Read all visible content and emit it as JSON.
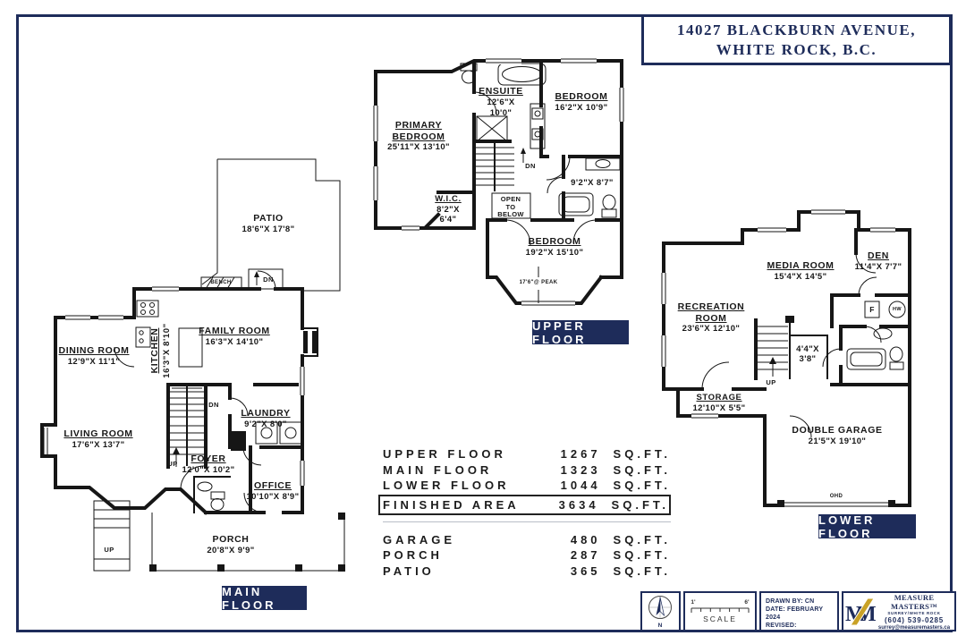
{
  "title": {
    "line1": "14027 BLACKBURN AVENUE,",
    "line2": "WHITE ROCK, B.C."
  },
  "colors": {
    "navy": "#1e2c5a",
    "gold": "#c9a227",
    "wall": "#161616"
  },
  "plans": {
    "upper": {
      "tag": "UPPER FLOOR",
      "primary_name1": "PRIMARY",
      "primary_name2": "BEDROOM",
      "primary_dims": "25'11\"X  13'10\"",
      "ensuite_name": "ENSUITE",
      "ensuite_dim1": "12'6\"X",
      "ensuite_dim2": "10'0\"",
      "bedroom1_name": "BEDROOM",
      "bedroom1_dims": "16'2\"X  10'9\"",
      "wic_name": "W.I.C.",
      "wic_dim1": "8'2\"X",
      "wic_dim2": "6'4\"",
      "open1": "OPEN",
      "open2": "TO",
      "open3": "BELOW",
      "bath_dims": "9'2\"X  8'7\"",
      "bedroom2_name": "BEDROOM",
      "bedroom2_dims": "19'2\"X  15'10\"",
      "peak": "17'6\"@ PEAK",
      "dn": "DN"
    },
    "main": {
      "tag": "MAIN FLOOR",
      "patio_name": "PATIO",
      "patio_dims": "18'6\"X  17'8\"",
      "bench": "BENCH",
      "dn_door": "DN",
      "kitchen_name": "KITCHEN",
      "kitchen_dims": "16'3\"X  8'10\"",
      "dining_name": "DINING ROOM",
      "dining_dims": "12'9\"X  11'1\"",
      "family_name": "FAMILY ROOM",
      "family_dims": "16'3\"X  14'10\"",
      "living_name": "LIVING ROOM",
      "living_dims": "17'6\"X  13'7\"",
      "laundry_name": "LAUNDRY",
      "laundry_dims": "9'2\"X  8'0\"",
      "foyer_name": "FOYER",
      "foyer_dims": "12'0\"X  10'2\"",
      "office_name": "OFFICE",
      "office_dims": "10'10\"X  8'9\"",
      "porch_name": "PORCH",
      "porch_dims": "20'8\"X  9'9\"",
      "dn_stairs": "DN",
      "up_stairs": "UP",
      "up_porch": "UP"
    },
    "lower": {
      "tag": "LOWER FLOOR",
      "media_name": "MEDIA ROOM",
      "media_dims": "15'4\"X  14'5\"",
      "den_name": "DEN",
      "den_dims": "11'4\"X  7'7\"",
      "rec_name1": "RECREATION",
      "rec_name2": "ROOM",
      "rec_dims": "23'6\"X  12'10\"",
      "closet_dim1": "4'4\"X",
      "closet_dim2": "3'8\"",
      "storage_name": "STORAGE",
      "storage_dims": "12'10\"X  5'5\"",
      "garage_name": "DOUBLE GARAGE",
      "garage_dims": "21'5\"X  19'10\"",
      "ohd": "OHD",
      "up": "UP",
      "furnace": "F",
      "hw": "HW"
    }
  },
  "areas": {
    "rows": [
      {
        "label": "UPPER FLOOR",
        "value": "1267",
        "unit": "SQ.FT."
      },
      {
        "label": "MAIN FLOOR",
        "value": "1323",
        "unit": "SQ.FT."
      },
      {
        "label": "LOWER FLOOR",
        "value": "1044",
        "unit": "SQ.FT."
      },
      {
        "label": "FINISHED AREA",
        "value": "3634",
        "unit": "SQ.FT."
      }
    ],
    "extra_rows": [
      {
        "label": "GARAGE",
        "value": "480",
        "unit": "SQ.FT."
      },
      {
        "label": "PORCH",
        "value": "287",
        "unit": "SQ.FT."
      },
      {
        "label": "PATIO",
        "value": "365",
        "unit": "SQ.FT."
      }
    ]
  },
  "footer": {
    "compass_n": "N",
    "scale": {
      "left": "1'",
      "right": "6'",
      "label": "SCALE"
    },
    "drawn": {
      "line1": "DRAWN BY: CN",
      "line2": "DATE: FEBRUARY 2024",
      "line3": "REVISED:"
    },
    "logo": {
      "monogram": "M",
      "monogram2": "M",
      "name": "MEASURE MASTERS™",
      "sub": "SURREY/WHITE ROCK",
      "phone": "(604) 539-0285",
      "email": "surrey@measuremasters.ca"
    }
  }
}
